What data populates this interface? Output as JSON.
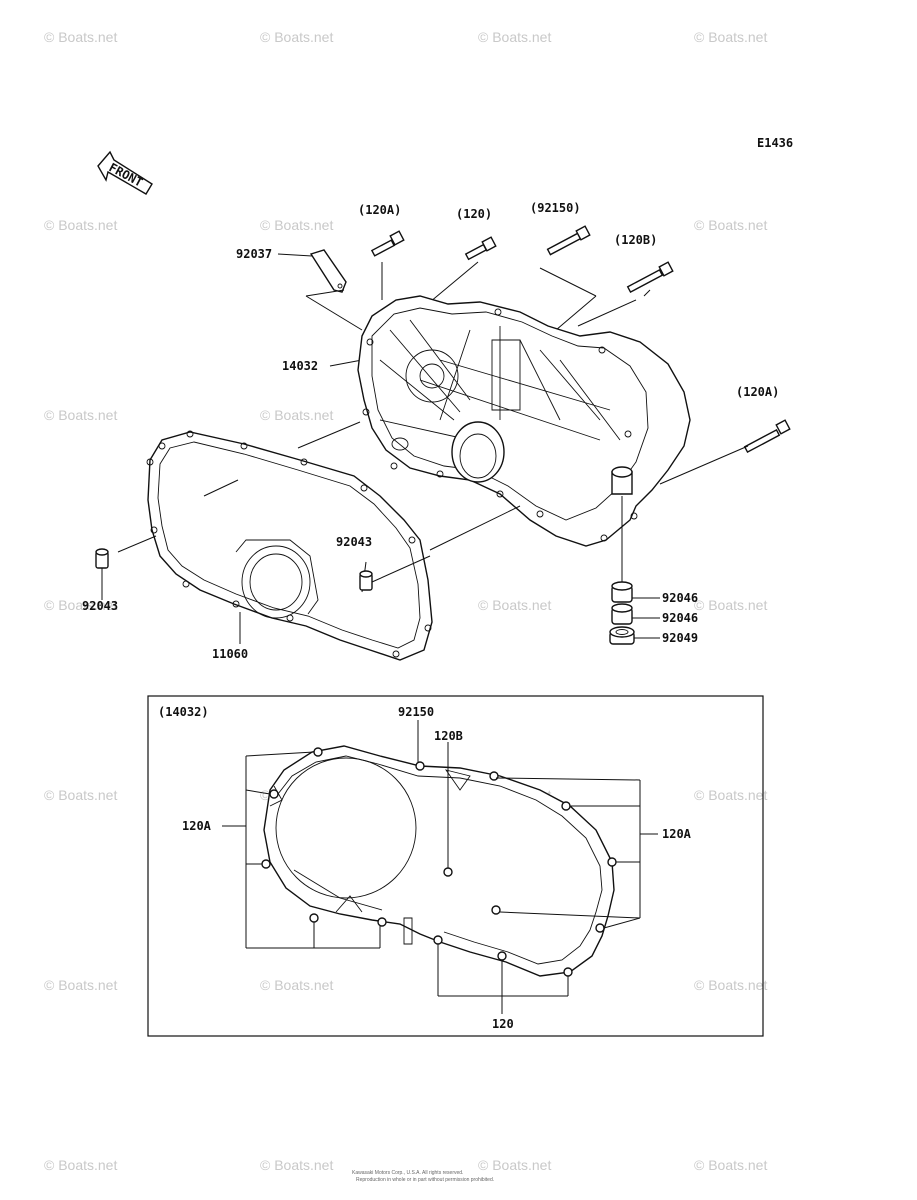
{
  "diagram_code": "E1436",
  "front_label": "FRONT",
  "watermark": "© Boats.net",
  "inset_title": "(14032)",
  "labels": {
    "p92037": "92037",
    "p120A_top": "(120A)",
    "p120_top": "(120)",
    "p92150_top": "(92150)",
    "p120B_top": "(120B)",
    "p14032": "14032",
    "p120A_right": "(120A)",
    "p92043_mid": "92043",
    "p92043_left": "92043",
    "p11060": "11060",
    "p92046_a": "92046",
    "p92046_b": "92046",
    "p92049": "92049",
    "i92150": "92150",
    "i120B": "120B",
    "i120A_left": "120A",
    "i120A_right": "120A",
    "i120": "120"
  },
  "footer_line1": "Kawasaki Motors Corp., U.S.A. All rights reserved.",
  "footer_line2": "Reproduction in whole or in part without permission prohibited."
}
